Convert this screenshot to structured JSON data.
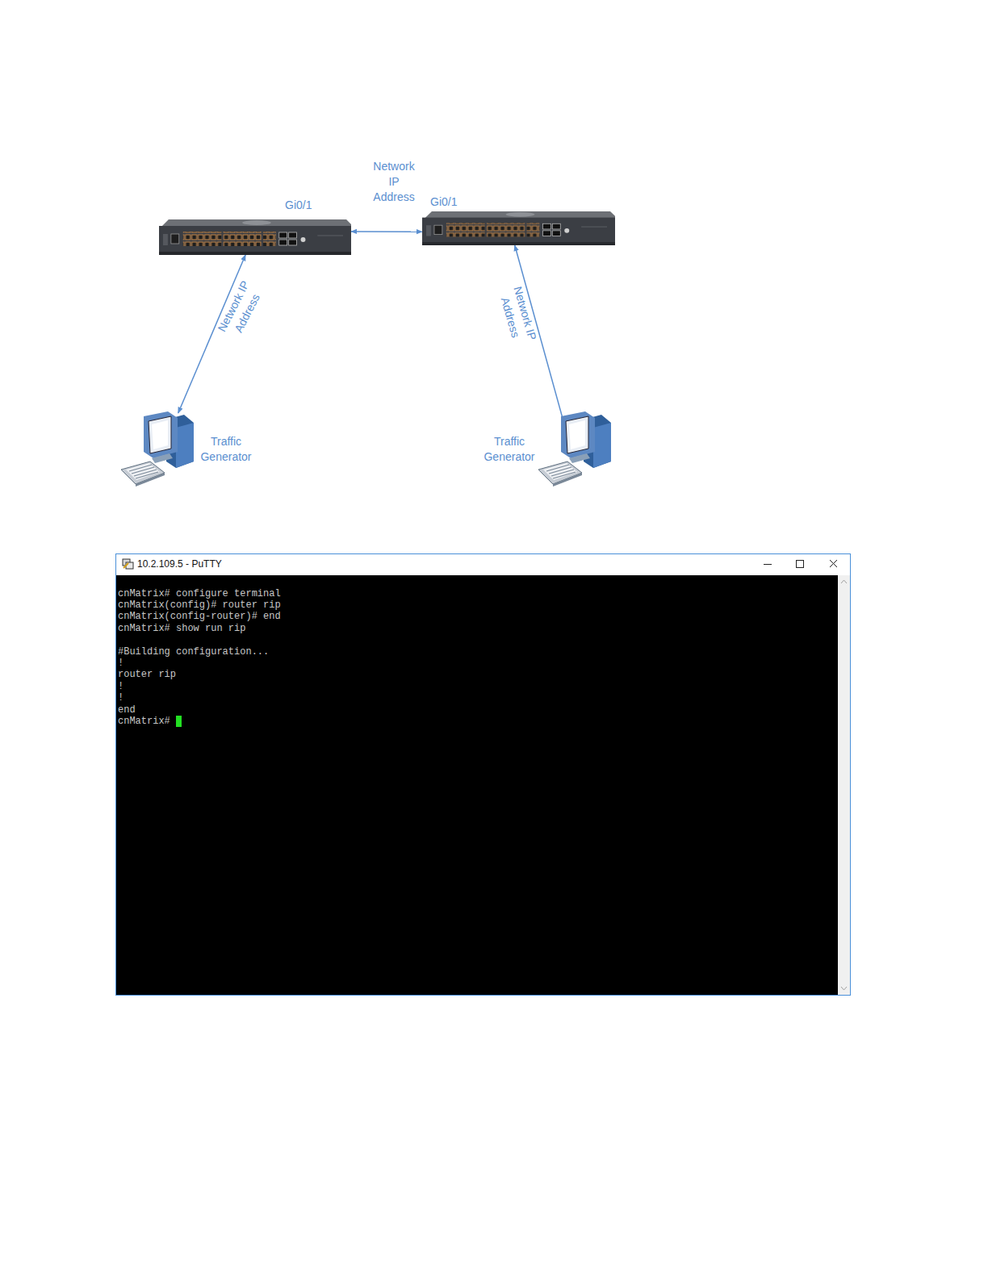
{
  "diagram": {
    "nodes": [
      {
        "text": [
          "Gi0/1"
        ]
      },
      {
        "text": [
          "Gi0/1"
        ]
      },
      {
        "text": [
          "Traffic Generator"
        ]
      },
      {
        "text": [
          "Traffic Generator"
        ]
      }
    ],
    "edges": [
      {
        "from": 0,
        "to": 1,
        "arrow": "both",
        "label": "Network IP Address"
      },
      {
        "from": 0,
        "to": 2,
        "arrow": "both",
        "label": "Network IP Address"
      },
      {
        "from": 1,
        "to": 3,
        "arrow": "both",
        "label": "Network IP Address"
      }
    ],
    "labels": [
      "10.2.109.5 - PuTTY",
      "cnMatrix# configure terminal",
      "cnMatrix(config)# router rip",
      "cnMatrix(config-router)# end",
      "cnMatrix# show run rip",
      "#Building configuration...",
      "!",
      "router rip",
      "!",
      "!",
      "end",
      "cnMatrix#"
    ]
  }
}
